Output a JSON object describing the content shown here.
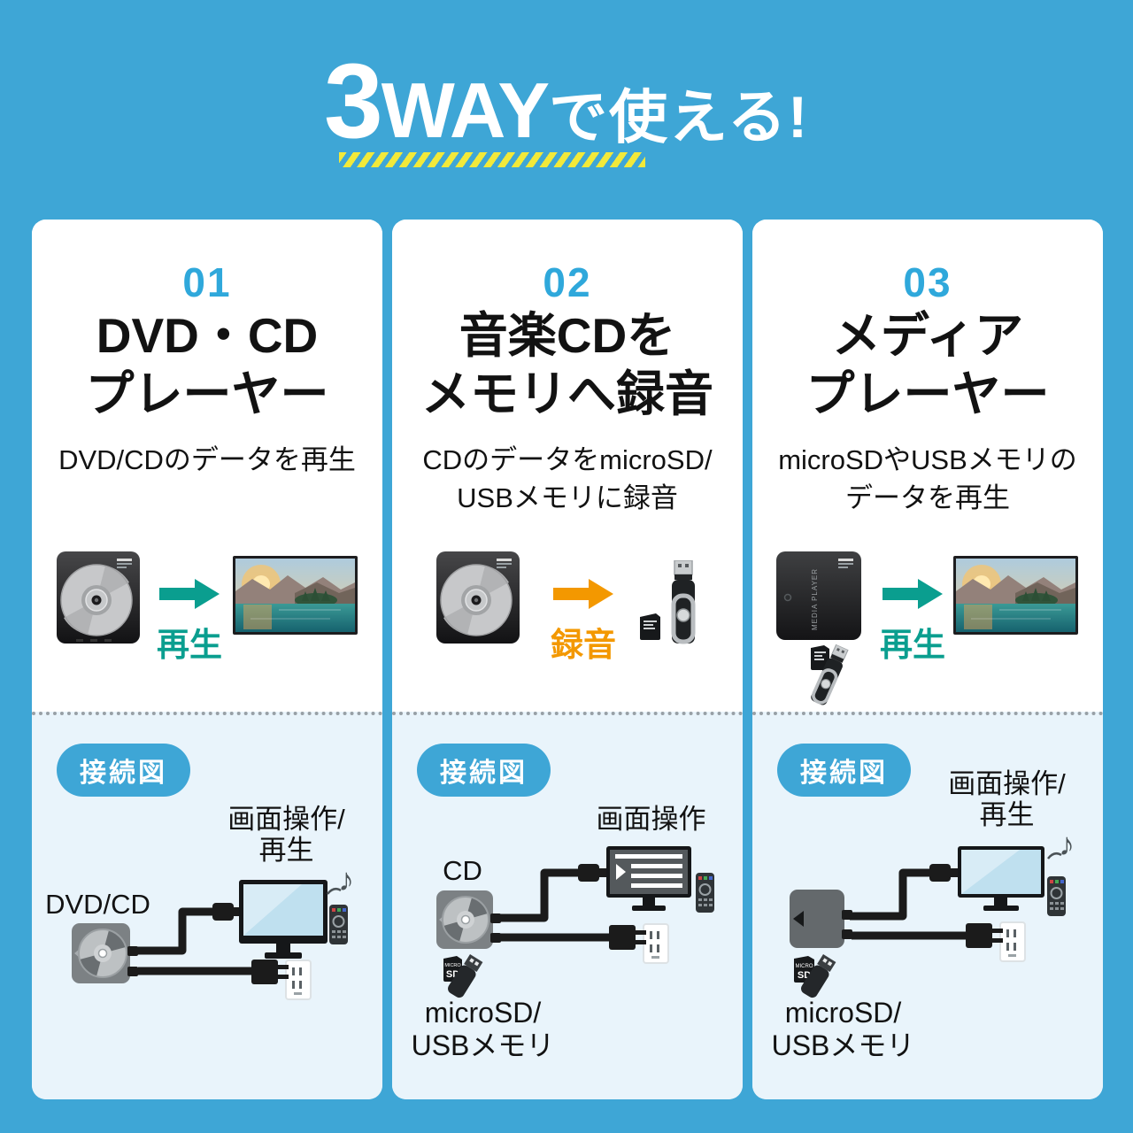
{
  "title": {
    "number": "3",
    "way": "WAY",
    "rest": "で使える!"
  },
  "icons": {
    "music_note": "♪"
  },
  "colors": {
    "background": "#3EA6D6",
    "accent_number": "#2FA8DB",
    "play_teal": "#0A9E8F",
    "record_orange": "#F39800",
    "underline_yellow": "#F2E93A",
    "diagram_background": "#E9F4FB",
    "badge_background": "#3EA6D6"
  },
  "labels": {
    "media_player_device": "MEDIA PLAYER",
    "micro_sd_top": "MICRO",
    "micro_sd_bottom": "SD"
  },
  "cards": [
    {
      "number": "01",
      "title_lines": [
        "DVD・CD",
        "プレーヤー"
      ],
      "description_lines": [
        "DVD/CDのデータを再生",
        ""
      ],
      "flow_label": "再生",
      "diagram": {
        "badge": "接続図",
        "screen_label_lines": [
          "画面操作/",
          "再生"
        ],
        "device_label": "DVD/CD",
        "memory_label_lines": [
          "",
          ""
        ]
      }
    },
    {
      "number": "02",
      "title_lines": [
        "音楽CDを",
        "メモリへ録音"
      ],
      "description_lines": [
        "CDのデータをmicroSD/",
        "USBメモリに録音"
      ],
      "flow_label": "録音",
      "diagram": {
        "badge": "接続図",
        "screen_label_lines": [
          "画面操作",
          ""
        ],
        "device_label": "CD",
        "memory_label_lines": [
          "microSD/",
          "USBメモリ"
        ]
      }
    },
    {
      "number": "03",
      "title_lines": [
        "メディア",
        "プレーヤー"
      ],
      "description_lines": [
        "microSDやUSBメモリの",
        "データを再生"
      ],
      "flow_label": "再生",
      "diagram": {
        "badge": "接続図",
        "screen_label_lines": [
          "画面操作/",
          "再生"
        ],
        "device_label": "",
        "memory_label_lines": [
          "microSD/",
          "USBメモリ"
        ]
      }
    }
  ]
}
